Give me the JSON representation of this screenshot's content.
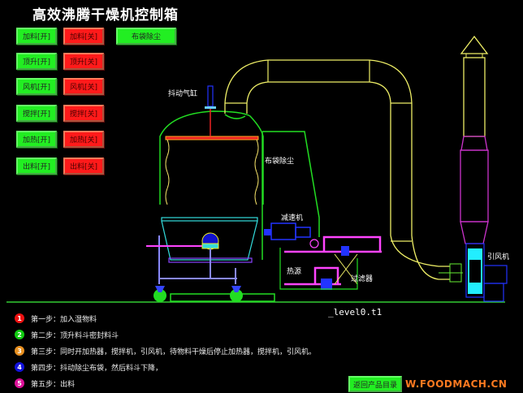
{
  "title": "高效沸腾干燥机控制箱",
  "controls": [
    {
      "on": "加料[开]",
      "off": "加料[关]"
    },
    {
      "on": "顶升[开]",
      "off": "顶升[关]"
    },
    {
      "on": "风机[开]",
      "off": "风机[关]"
    },
    {
      "on": "搅拌[开]",
      "off": "搅拌[关]"
    },
    {
      "on": "加热[开]",
      "off": "加热[关]"
    },
    {
      "on": "出料[开]",
      "off": "出料[关]"
    }
  ],
  "bag_dust_button": "布袋除尘",
  "diagram_labels": {
    "shake_cylinder": "抖动气缸",
    "bag_dust": "布袋除尘",
    "reducer": "减速机",
    "heat_source": "热源",
    "filter": "过滤器",
    "induced_fan": "引风机"
  },
  "level_text": "_level0.t1",
  "steps": [
    {
      "n": "1",
      "text": "第一步：加入湿物料",
      "color": "#ee1111"
    },
    {
      "n": "2",
      "text": "第二步：顶升料斗密封料斗",
      "color": "#11cc11"
    },
    {
      "n": "3",
      "text": "第三步：同时开加热器，搅拌机，引风机，待物料干燥后停止加热器，搅拌机，引风机。",
      "color": "#e89020"
    },
    {
      "n": "4",
      "text": "第四步：抖动除尘布袋，然后料斗下降，",
      "color": "#1111dd"
    },
    {
      "n": "5",
      "text": "第五步：出料",
      "color": "#dd1199"
    }
  ],
  "back_button": "返回产品目录",
  "watermark": "W.FOODMACH.CN"
}
